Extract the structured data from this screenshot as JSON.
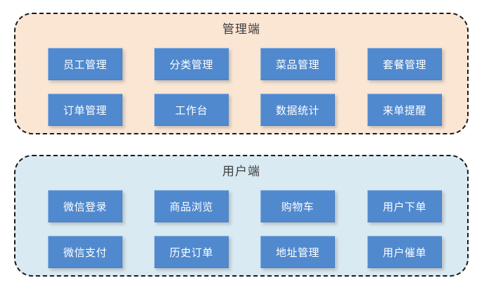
{
  "diagram": {
    "type": "architecture-block-diagram",
    "background_color": "#FFFFFF",
    "panels": [
      {
        "id": "admin",
        "title": "管理端",
        "background_color": "#FBE6D4",
        "border_color": "#1A1A1A",
        "border_style": "dashed",
        "rows": [
          {
            "nodes": [
              {
                "label": "员工管理"
              },
              {
                "label": "分类管理"
              },
              {
                "label": "菜品管理"
              },
              {
                "label": "套餐管理"
              }
            ]
          },
          {
            "nodes": [
              {
                "label": "订单管理"
              },
              {
                "label": "工作台"
              },
              {
                "label": "数据统计"
              },
              {
                "label": "来单提醒"
              }
            ]
          }
        ]
      },
      {
        "id": "user",
        "title": "用户端",
        "background_color": "#D9EAF2",
        "border_color": "#1A1A1A",
        "border_style": "dashed",
        "rows": [
          {
            "nodes": [
              {
                "label": "微信登录"
              },
              {
                "label": "商品浏览"
              },
              {
                "label": "购物车"
              },
              {
                "label": "用户下单"
              }
            ]
          },
          {
            "nodes": [
              {
                "label": "微信支付"
              },
              {
                "label": "历史订单"
              },
              {
                "label": "地址管理"
              },
              {
                "label": "用户催单"
              }
            ]
          }
        ]
      }
    ],
    "node_style": {
      "fill_color": "#5089CE",
      "highlight_border_color": "#8FB6E2",
      "text_color": "#FFFFFF"
    }
  }
}
